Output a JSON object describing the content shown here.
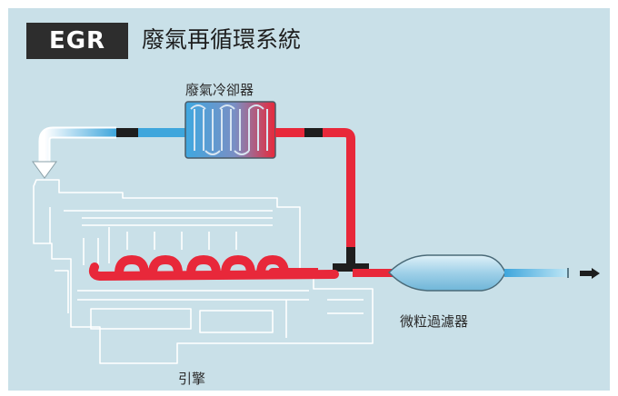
{
  "badge": "EGR",
  "title": "廢氣再循環系統",
  "labels": {
    "cooler": "廢氣冷卻器",
    "filter": "微粒過濾器",
    "engine": "引擎"
  },
  "icons": [
    "return-arrow-icon",
    "exhaust-out-arrow-icon"
  ],
  "colors": {
    "background": "#c9e0e8",
    "hot_exhaust": "#e8283a",
    "cooled_gas": "#3ea6dc",
    "engine_outline": "#ffffff",
    "badge_bg": "#2d2d2d"
  }
}
